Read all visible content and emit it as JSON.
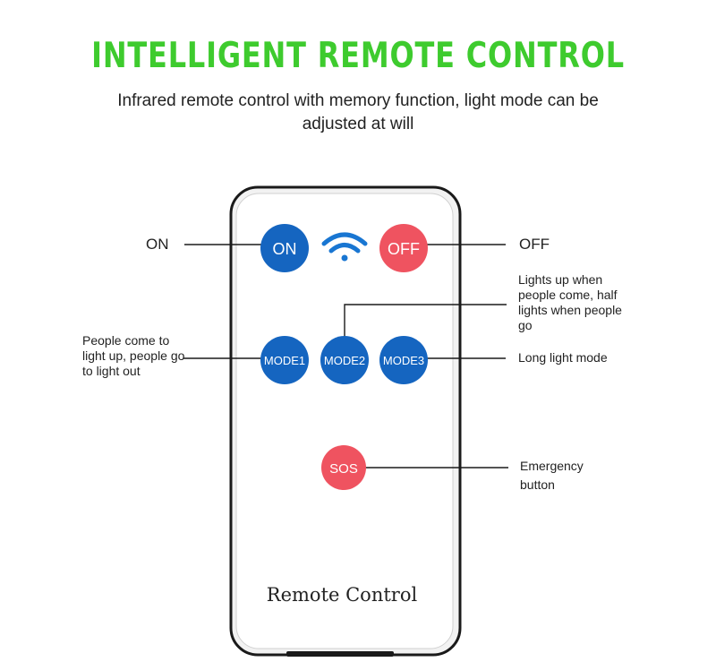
{
  "title": "INTELLIGENT REMOTE CONTROL",
  "subtitle": "Infrared remote control with memory function, light mode can be adjusted at will",
  "colors": {
    "title": "#3ecb2e",
    "blue_button": "#1565c0",
    "red_button": "#ef5360",
    "wifi_icon": "#1976d2",
    "remote_body": "#ffffff",
    "remote_border": "#1a1a1a"
  },
  "remote": {
    "buttons": {
      "on": "ON",
      "off": "OFF",
      "mode1": "MODE1",
      "mode2": "MODE2",
      "mode3": "MODE3",
      "sos": "SOS"
    },
    "wifi_icon": "wifi-icon",
    "label": "Remote Control"
  },
  "callouts": {
    "on": "ON",
    "off": "OFF",
    "mode1": "People come to light up, people go to light out",
    "mode2": "Lights up when people come, half lights when people go",
    "mode3": "Long light mode",
    "sos": "Emergency button"
  }
}
